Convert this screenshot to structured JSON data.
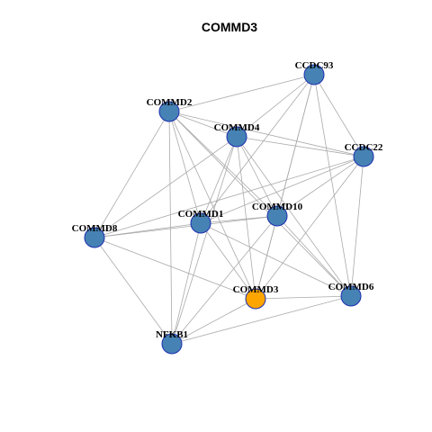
{
  "title": "COMMD3",
  "colors": {
    "default_node": "#4682b4",
    "highlight_node": "#ffa500",
    "node_border": "#1c2fb0",
    "edge": "#aaaaaa"
  },
  "nodes": [
    {
      "id": "CCDC93",
      "label": "CCDC93"
    },
    {
      "id": "COMMD2",
      "label": "COMMD2"
    },
    {
      "id": "COMMD4",
      "label": "COMMD4"
    },
    {
      "id": "CCDC22",
      "label": "CCDC22"
    },
    {
      "id": "COMMD1",
      "label": "COMMD1"
    },
    {
      "id": "COMMD10",
      "label": "COMMD10"
    },
    {
      "id": "COMMD8",
      "label": "COMMD8"
    },
    {
      "id": "COMMD3",
      "label": "COMMD3",
      "highlight": true
    },
    {
      "id": "COMMD6",
      "label": "COMMD6"
    },
    {
      "id": "NFKB1",
      "label": "NFKB1"
    }
  ],
  "edges": [
    [
      "CCDC93",
      "COMMD2"
    ],
    [
      "CCDC93",
      "COMMD4"
    ],
    [
      "CCDC93",
      "COMMD1"
    ],
    [
      "CCDC93",
      "COMMD10"
    ],
    [
      "CCDC93",
      "COMMD3"
    ],
    [
      "CCDC93",
      "COMMD6"
    ],
    [
      "CCDC93",
      "CCDC22"
    ],
    [
      "COMMD2",
      "COMMD4"
    ],
    [
      "COMMD2",
      "CCDC22"
    ],
    [
      "COMMD2",
      "COMMD1"
    ],
    [
      "COMMD2",
      "COMMD10"
    ],
    [
      "COMMD2",
      "COMMD8"
    ],
    [
      "COMMD2",
      "NFKB1"
    ],
    [
      "COMMD2",
      "COMMD3"
    ],
    [
      "COMMD2",
      "COMMD6"
    ],
    [
      "COMMD4",
      "CCDC22"
    ],
    [
      "COMMD4",
      "COMMD1"
    ],
    [
      "COMMD4",
      "COMMD10"
    ],
    [
      "COMMD4",
      "COMMD8"
    ],
    [
      "COMMD4",
      "NFKB1"
    ],
    [
      "COMMD4",
      "COMMD3"
    ],
    [
      "COMMD4",
      "COMMD6"
    ],
    [
      "CCDC22",
      "COMMD1"
    ],
    [
      "CCDC22",
      "COMMD10"
    ],
    [
      "CCDC22",
      "COMMD8"
    ],
    [
      "CCDC22",
      "COMMD3"
    ],
    [
      "CCDC22",
      "COMMD6"
    ],
    [
      "COMMD1",
      "COMMD10"
    ],
    [
      "COMMD1",
      "COMMD8"
    ],
    [
      "COMMD1",
      "NFKB1"
    ],
    [
      "COMMD1",
      "COMMD3"
    ],
    [
      "COMMD1",
      "COMMD6"
    ],
    [
      "COMMD10",
      "COMMD8"
    ],
    [
      "COMMD10",
      "NFKB1"
    ],
    [
      "COMMD10",
      "COMMD3"
    ],
    [
      "COMMD10",
      "COMMD6"
    ],
    [
      "COMMD8",
      "NFKB1"
    ],
    [
      "COMMD8",
      "COMMD3"
    ],
    [
      "COMMD3",
      "NFKB1"
    ],
    [
      "COMMD3",
      "COMMD6"
    ],
    [
      "COMMD6",
      "NFKB1"
    ]
  ]
}
